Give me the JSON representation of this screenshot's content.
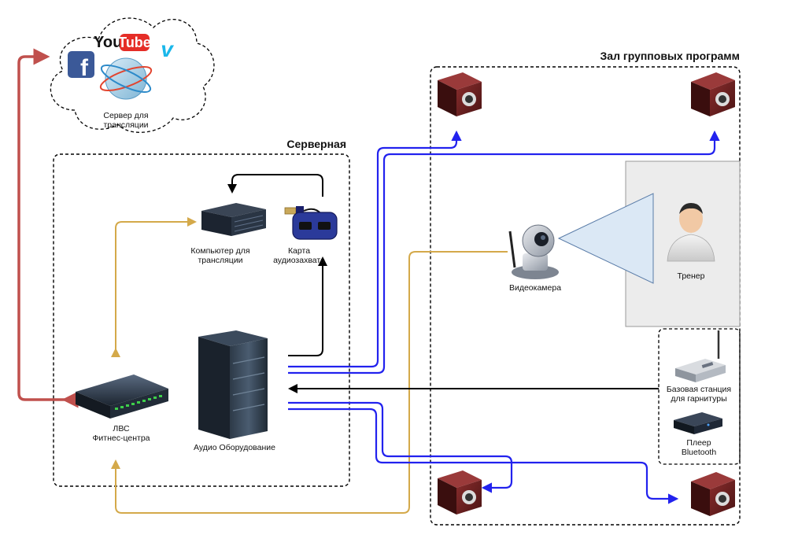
{
  "cloud": {
    "youtube_logo": "YouTube",
    "facebook_logo": "f",
    "vimeo_logo": "v",
    "server_label_line1": "Сервер для",
    "server_label_line2": "трансляции"
  },
  "zones": {
    "server_room": "Серверная",
    "group_hall": "Зал групповых программ"
  },
  "devices": {
    "stream_computer_line1": "Компьютер для",
    "stream_computer_line2": "трансляции",
    "capture_card_line1": "Карта",
    "capture_card_line2": "аудиозахвата",
    "lan_line1": "ЛВС",
    "lan_line2": "Фитнес-центра",
    "audio_equipment": "Аудио Оборудование",
    "camera": "Видеокамера",
    "trainer": "Тренер",
    "base_station_line1": "Базовая станция",
    "base_station_line2": "для гарнитуры",
    "player_line1": "Плеер",
    "player_line2": "Bluetooth"
  },
  "colors": {
    "internet_link": "#c0504d",
    "video_link": "#d4a94a",
    "audio_link": "#2222ee",
    "control_link": "#000000",
    "speaker": "#6b1f1f",
    "youtube_red": "#e52d27",
    "facebook_blue": "#3b5998",
    "vimeo_blue": "#1ab7ea"
  }
}
